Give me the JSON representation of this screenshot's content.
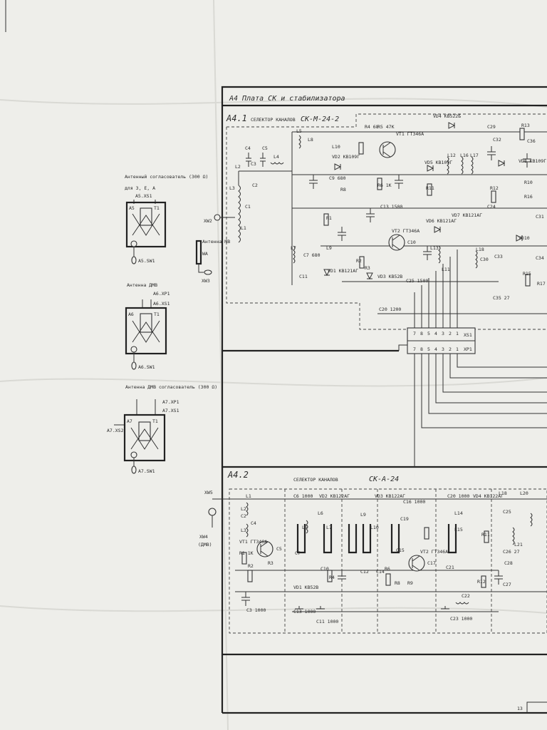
{
  "board_title": "А4 Плата СК и стабилизатора",
  "module_a41": {
    "tag": "А4.1",
    "name": "СЕЛЕКТОР КАНАЛОВ",
    "model": "СК-М-24-2"
  },
  "module_a42": {
    "tag": "А4.2",
    "name": "СЕЛЕКТОР КАНАЛОВ",
    "model": "СК-А-24"
  },
  "antenna_groups": [
    {
      "caption": "Антенный согласователь (300 Ω)",
      "sub": "для 3, Е, А",
      "top_ref": "А5.XS1",
      "box_tag": "А5",
      "terminal": "Т1",
      "bottom_ref": "А5.SW1"
    },
    {
      "caption": "Антенна ДМВ",
      "sub": "А6.ХР1",
      "top_ref": "А6.ХS1",
      "box_tag": "А6",
      "terminal": "Т1",
      "bottom_ref": "А6.SW1"
    },
    {
      "caption": "Антенна ДМВ согласователь (300 Ω)",
      "sub": "А7.ХР1",
      "top_ref": "А7.ХS1",
      "side_ref": "А7.ХS2",
      "box_tag": "А7",
      "terminal": "Т1",
      "bottom_ref": "А7.SW1"
    }
  ],
  "connectors": {
    "xw2": "XW2",
    "xw3": "XW3",
    "xw4": "XW4",
    "xw4_note": "(ДМВ)",
    "xw5": "XW5",
    "antenna_mv": "Антенна МВ",
    "wa": "WA",
    "xs1": "XS1",
    "xp1": "XP1",
    "pins_top": [
      "7",
      "8",
      "5",
      "4",
      "3",
      "2",
      "1"
    ],
    "pins_bottom": [
      "7",
      "8",
      "5",
      "4",
      "3",
      "2",
      "1"
    ],
    "bottom_ref": "13"
  },
  "a41_labels": [
    "VD4 КВ522Б",
    "L5",
    "L8",
    "R4 68",
    "R5 47К",
    "VT1 ГТ346А",
    "C29",
    "R13",
    "L10",
    "C4",
    "C5",
    "C3",
    "L4",
    "VD2 КВ109Г",
    "C9 680",
    "VD5 КВ109Г",
    "L12",
    "L16",
    "L17",
    "VD8 КВ109Г",
    "L2",
    "C2",
    "L3",
    "C1",
    "L1",
    "R8",
    "R6 1К",
    "R11",
    "C13 1500",
    "R12",
    "R1",
    "VD6 КВ121АГ",
    "VD7 КВ121АГ",
    "VT2 ГТ346А",
    "C10",
    "C7 680",
    "L7",
    "L9",
    "C11",
    "VD1 КВ121АГ",
    "R2",
    "R3",
    "VD3 КВ52В",
    "C25 1500",
    "L18",
    "C30",
    "C33",
    "R15",
    "C35 27",
    "C20 1200",
    "L13",
    "L11",
    "VD10",
    "C34",
    "C31"
  ],
  "a42_labels": [
    "L1",
    "C6 1000",
    "VD2 КВ122АГ",
    "VD3 КВ122АГ",
    "C16 1000",
    "C20 1000",
    "VD4 КВ122АГ",
    "L18",
    "L20",
    "C2",
    "C4",
    "L2",
    "L3",
    "L5",
    "L6",
    "L7",
    "L9",
    "L10",
    "L14",
    "L15",
    "VT1 ГТ346А",
    "R1 1К",
    "R2",
    "R3",
    "C5",
    "C7",
    "C10",
    "R4",
    "VD1 КВ52В",
    "C13 1000",
    "C11 1000",
    "C12",
    "C14",
    "C15",
    "R6",
    "R8",
    "R9",
    "VT2 ГТ346А",
    "C17",
    "R11",
    "C21",
    "R12",
    "C23 1000",
    "C26 27",
    "C27",
    "C28",
    "C25",
    "C3 1000",
    "C19",
    "C22",
    "L21"
  ],
  "misc_labels": [
    "R10",
    "C24",
    "R16",
    "C36",
    "R17",
    "C32"
  ]
}
